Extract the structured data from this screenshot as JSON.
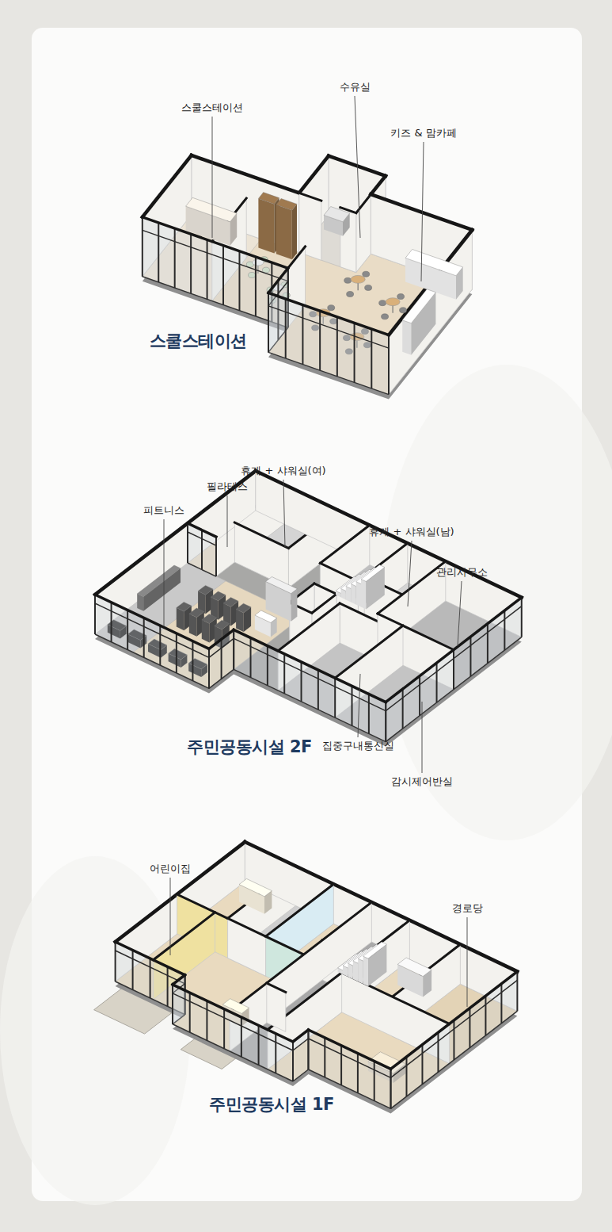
{
  "diagram": {
    "labels": [
      "스쿨스테이션",
      "수유실",
      "키즈 & 맘카페",
      "스쿨스테이션",
      "휴게 + 샤워실(여)",
      "필라테스",
      "피트니스",
      "휴게 + 샤워실(남)",
      "관리사무소",
      "주민공동시설 2F",
      "집중구내통신실",
      "감시제어반실",
      "어린이집",
      "경로당",
      "주민공동시설 1F"
    ]
  }
}
